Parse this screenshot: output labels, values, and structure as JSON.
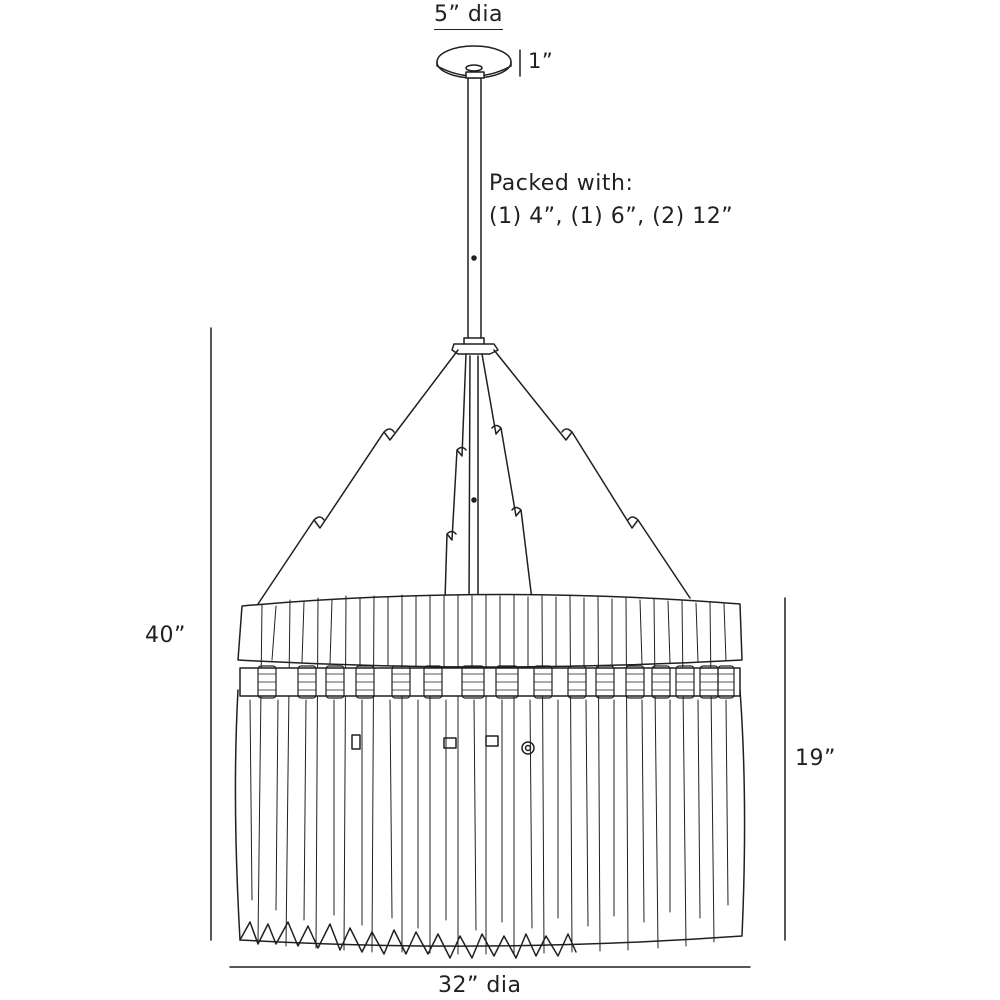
{
  "dimensions": {
    "canopy_diameter": "5” dia",
    "canopy_height": "1”",
    "overall_height": "40”",
    "shade_height": "19”",
    "shade_diameter": "32” dia"
  },
  "note": {
    "line1": "Packed with:",
    "line2": "(1) 4”, (1) 6”, (2) 12”"
  },
  "colors": {
    "line": "#231f20",
    "background": "#ffffff"
  }
}
